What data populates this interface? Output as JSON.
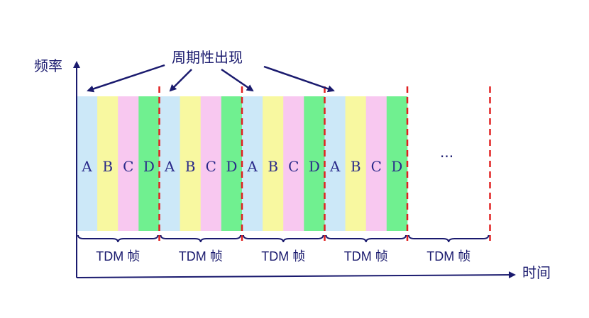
{
  "labels": {
    "y_axis": "频率",
    "x_axis": "时间",
    "periodic": "周期性出现",
    "ellipsis": "..."
  },
  "slots": [
    "A",
    "B",
    "C",
    "D"
  ],
  "frame_label": "TDM 帧",
  "frame_count": 5,
  "filled_frames": 4,
  "colors": {
    "A": "#cce8f8",
    "B": "#f8f8a0",
    "C": "#f8c8f0",
    "D": "#70f090",
    "axis": "#1a1a6e",
    "divider": "#e02020"
  }
}
